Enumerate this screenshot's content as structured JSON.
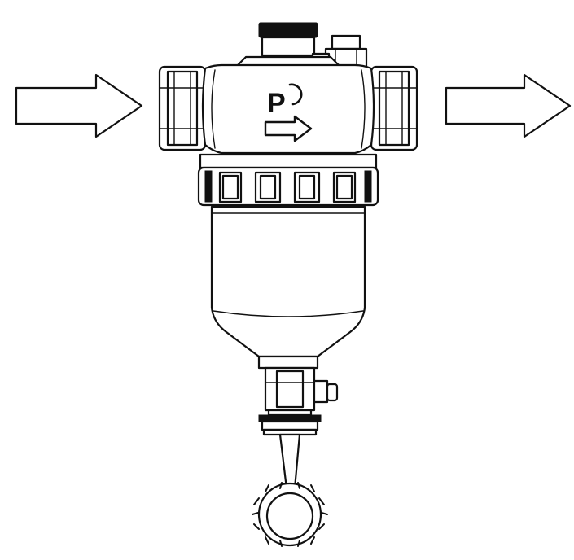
{
  "diagram": {
    "logo_text": "P",
    "colors": {
      "line": "#111111",
      "fill": "#ffffff",
      "background": "#ffffff"
    },
    "icons": {
      "inlet": "right-arrow-outline",
      "outlet": "right-arrow-outline",
      "flow": "right-arrow-outline"
    }
  }
}
